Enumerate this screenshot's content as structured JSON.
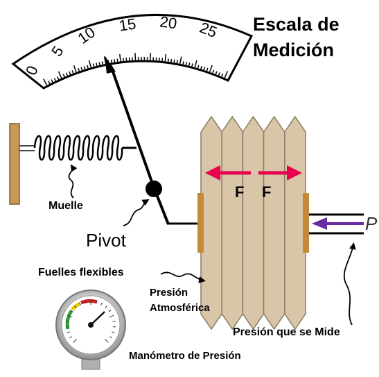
{
  "title": {
    "line1": "Escala de",
    "line2": "Medición"
  },
  "scale": {
    "ticks": [
      "0",
      "5",
      "10",
      "15",
      "20",
      "25"
    ]
  },
  "labels": {
    "spring": "Muelle",
    "pivot": "Pivot",
    "bellows": "Fuelles flexibles",
    "atm_line1": "Presión",
    "atm_line2": "Atmosférica",
    "measured": "Presión que se Mide",
    "gauge": "Manómetro de Presión",
    "force_left": "F",
    "force_right": "F",
    "pressure": "P"
  },
  "colors": {
    "bellows_fill": "#d9c6a8",
    "bellows_stroke": "#8a7a62",
    "plate": "#c48a3a",
    "wall": "#c69a55",
    "force_arrow": "#e8004f",
    "pressure_arrow": "#6a2ca0"
  }
}
